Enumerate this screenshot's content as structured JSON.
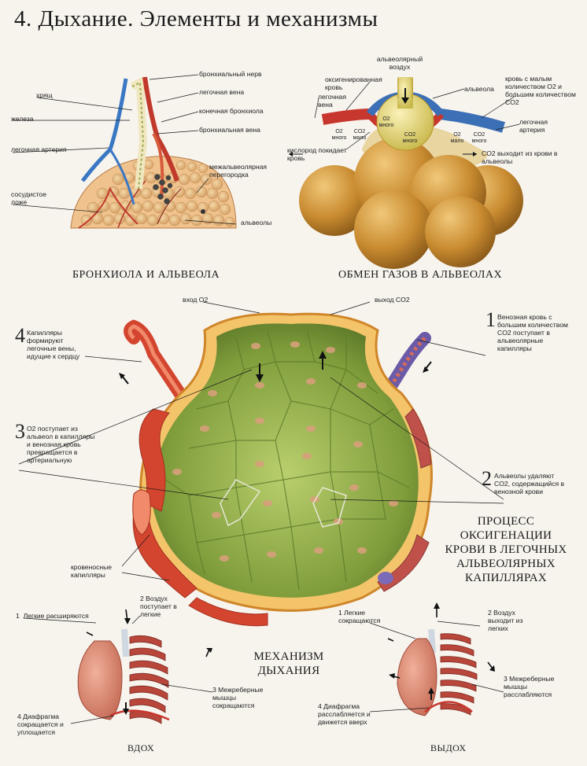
{
  "title": "4. Дыхание. Элементы и механизмы",
  "bronchiole": {
    "caption": "БРОНХИОЛА И АЛЬВЕОЛА",
    "labels": {
      "nerve": "бронхиальный нерв",
      "cartilage": "хрящ",
      "pulm_vein": "легочная вена",
      "gland": "железа",
      "term_bronchiole": "конечная бронхиола",
      "bronch_vein": "бронхиальная вена",
      "pulm_artery": "легочная артерия",
      "septum": "межальвеолярная перегородка",
      "vascular_bed": "сосудистое ложе",
      "alveoli": "альвеолы"
    }
  },
  "exchange": {
    "caption": "ОБМЕН ГАЗОВ В АЛЬВЕОЛАХ",
    "labels": {
      "alv_air": "альвеолярный воздух",
      "oxy_blood": "оксигенированная кровь",
      "low_high": "кровь с малым количеством O2 и большим количеством CO2",
      "pulm_vein": "легочная вена",
      "alveolus": "альвеола",
      "pulm_artery": "легочная артерия",
      "o2_leaves": "кислород покидает кровь",
      "co2_leaves": "CO2 выходит из крови в альвеолы"
    },
    "gas": {
      "left_o2": "O2",
      "left_o2_amt": "много",
      "left_co2": "CO2",
      "left_co2_amt": "мало",
      "in_o2": "O2",
      "in_o2_amt": "много",
      "in_co2": "CO2",
      "in_co2_amt": "много",
      "right_o2": "O2",
      "right_o2_amt": "мало",
      "right_co2": "CO2",
      "right_co2_amt": "много"
    }
  },
  "main": {
    "o2_in": "вход O2",
    "co2_out": "выход CO2",
    "step1_num": "1",
    "step1": "Венозная кровь с большим количеством CO2 поступает в альвеолярные капилляры",
    "step2_num": "2",
    "step2": "Альвеолы удаляют CO2, содержащийся в венозной крови",
    "step3_num": "3",
    "step3": "O2 поступает из альвеол в капилляры и венозная кровь превращается в артериальную",
    "step4_num": "4",
    "step4": "Капилляры формируют легочные вены, идущие к сердцу",
    "capillaries": "кровеносные капилляры",
    "process_title": "ПРОЦЕСС ОКСИГЕНАЦИИ КРОВИ В ЛЕГОЧНЫХ АЛЬВЕОЛЯРНЫХ КАПИЛЛЯРАХ"
  },
  "mechanism": {
    "title": "МЕХАНИЗМ ДЫХАНИЯ",
    "inhale": {
      "caption": "ВДОХ",
      "s1": "Легкие расширяются",
      "s2": "Воздух поступает в легкие",
      "s3": "Межреберные мышцы сокращаются",
      "s4": "Диафрагма сокращается и уплощается"
    },
    "exhale": {
      "caption": "ВЫДОХ",
      "s1": "Легкие сокращаются",
      "s2": "Воздух выходит из легких",
      "s3": "Межреберные мышцы расслабляются",
      "s4": "Диафрагма расслабляется и движется вверх"
    }
  },
  "colors": {
    "alveolus_tan": "#d9a14a",
    "vein_blue": "#3b6fb6",
    "artery_red": "#c8372d",
    "cell_green": "#8fae4a",
    "lung_pink": "#d9826a"
  }
}
